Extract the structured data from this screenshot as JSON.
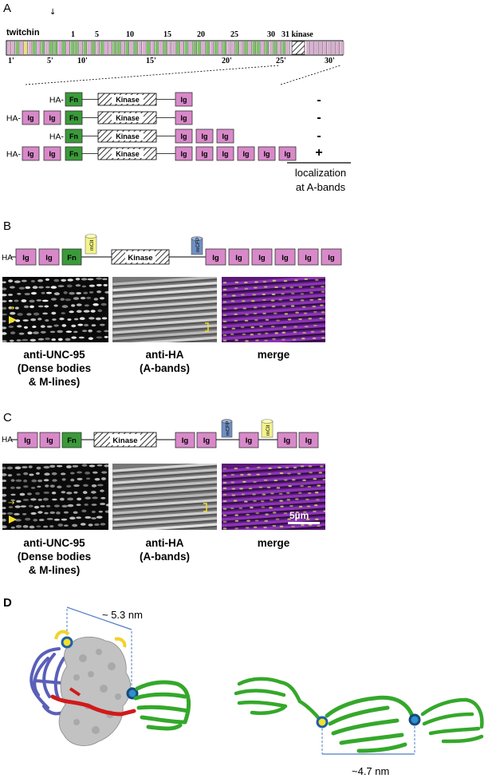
{
  "panels": {
    "a": "A",
    "b": "B",
    "c": "C",
    "d": "D"
  },
  "panel_a": {
    "protein_name": "twitchin",
    "top_numbers": [
      "1",
      "5",
      "10",
      "15",
      "20",
      "25",
      "30",
      "31 kinase"
    ],
    "bottom_numbers": [
      "1'",
      "5'",
      "10'",
      "15'",
      "20'",
      "25'",
      "30'"
    ],
    "tag": "HA-",
    "fn": "Fn",
    "ig": "Ig",
    "kinase": "Kinase",
    "results": [
      "-",
      "-",
      "-",
      "+"
    ],
    "localization_line1": "localization",
    "localization_line2": "at A-bands"
  },
  "panel_b": {
    "tag": "HA",
    "ig": "Ig",
    "fn": "Fn",
    "kinase": "Kinase",
    "mcit": "mCit",
    "mcfp": "mCFP",
    "cap1_l1": "anti-UNC-95",
    "cap1_l2": "(Dense bodies",
    "cap1_l3": "& M-lines)",
    "cap2_l1": "anti-HA",
    "cap2_l2": "(A-bands)",
    "cap3": "merge"
  },
  "panel_c": {
    "tag": "HA",
    "ig": "Ig",
    "fn": "Fn",
    "kinase": "Kinase",
    "mcit": "mCit",
    "mcfp": "mCFP",
    "scale": "5µm",
    "cap1_l1": "anti-UNC-95",
    "cap1_l2": "(Dense bodies",
    "cap1_l3": "& M-lines)",
    "cap2_l1": "anti-HA",
    "cap2_l2": "(A-bands)",
    "cap3": "merge"
  },
  "panel_d": {
    "dist1": "~ 5.3 nm",
    "dist2": "~4.7 nm"
  },
  "colors": {
    "ig": "#d889c9",
    "fn": "#3a9a3a",
    "mcit": "#f3f38a",
    "mcfp": "#6f8fc2",
    "yellow": "#f2e02a",
    "magenta": "#8a2ba8",
    "green_struct": "#34a82a",
    "blue_struct": "#5a5fb8",
    "red_struct": "#d11a1a"
  }
}
